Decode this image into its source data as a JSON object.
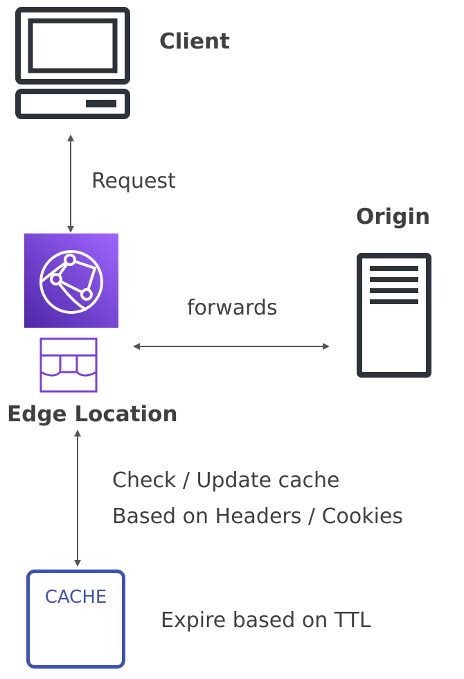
{
  "client": {
    "label": "Client",
    "icon": "computer-icon"
  },
  "origin": {
    "label": "Origin",
    "icon": "server-icon"
  },
  "edge": {
    "label": "Edge Location",
    "icon": "cloudfront-icon",
    "location_icon": "edge-location-icon",
    "accent": "#7b3fd6"
  },
  "request": {
    "label": "Request"
  },
  "forwards": {
    "label": "forwards"
  },
  "cache_check": {
    "line1": "Check / Update cache",
    "line2": "Based on Headers / Cookies"
  },
  "cache": {
    "label": "CACHE",
    "icon": "cache-icon",
    "color": "#3f51b5"
  },
  "ttl": {
    "label": "Expire based on TTL"
  }
}
